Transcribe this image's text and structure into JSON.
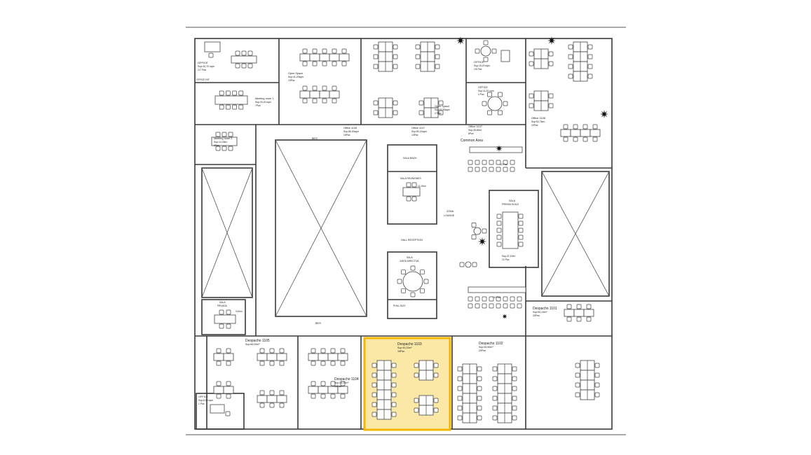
{
  "plan": {
    "highlight_color": "#f5b800",
    "highlight_fill": "#fbe7a6",
    "rooms": {
      "office_top_left": {
        "name": "OFFICE",
        "sup": "Sup:30,70 sqm",
        "pax": "1/7 Pax"
      },
      "meeting_1": {
        "name": "Meeting room 1",
        "sup": "Sup:20,40 sqm",
        "pax": "7Pax"
      },
      "meeting_2": {
        "name": "Meeting room 2",
        "sup": "Sup:14,33m²",
        "pax": "6Pax"
      },
      "open_space_1": {
        "name": "Open Space",
        "sup": "Sup:41,20sqm",
        "pax": "13Pax"
      },
      "open_space_2": {
        "name": "Open Space",
        "sup": "Sup:53,90sqm",
        "pax": "17Pax"
      },
      "office_1105": {
        "name": "Office 1105",
        "sup": "Sup:86,00sqm",
        "pax": "15Pax"
      },
      "office_1107": {
        "name": "Office 1107",
        "sup": "Sup:80,21sqm",
        "pax": "13Pax"
      },
      "office_1107b": {
        "name": "Office 1107",
        "sup": "Sup:28,60m²",
        "pax": "6Pax"
      },
      "office_top_right": {
        "name": "OFFICE",
        "sup": "Sup:15,20 sqm",
        "pax": "1/5 Pax"
      },
      "office_small": {
        "name": "OFFICE",
        "sup": "Sup:11,20 sqm",
        "pax": "4 Pax"
      },
      "office_1106": {
        "name": "Office 1106",
        "sup": "Sup:52,78m²",
        "pax": "20Pax"
      },
      "common": {
        "name": "Common Area"
      },
      "sala_back": {
        "name": "SALA BACK"
      },
      "sala_reuniones": {
        "name": "SALA REUNIONES",
        "sup": "11,20m²"
      },
      "zona_lounge": {
        "name": "ZONA",
        "sub": "LOUNGE"
      },
      "hall": {
        "name": "HALL RECEPTION"
      },
      "sala_prensa": {
        "name": "SALA",
        "sub": "PRENSA SCALE"
      },
      "sala_prensa_sup": {
        "sup": "Sup:21,10m²",
        "pax": "12 Pax"
      },
      "sala_junta": {
        "name": "SALA",
        "sub": "JUNTA DIRECTIVA"
      },
      "phone_booth": {
        "name": "PHILL BOX"
      },
      "sala_privada": {
        "name": "SALA",
        "sub": "PRIVADA",
        "sup": "9,40m²"
      },
      "pax_top": {
        "text": "12 Pax"
      },
      "pax_bottom": {
        "text": "10 Pax"
      },
      "despacho_1101": {
        "name": "Despacho 1101",
        "sup": "Sup:50,14m²",
        "pax": "20Pax"
      },
      "despacho_1102": {
        "name": "Despacho 1102",
        "sup": "Sup:50,50m²",
        "pax": "20Pax"
      },
      "despacho_1103": {
        "name": "Despacho 1103",
        "sup": "Sup:40,20m²",
        "pax": "16Pax"
      },
      "despacho_1104": {
        "name": "Despacho 1104",
        "sup": "Sup:41,22m²",
        "pax": "16Pax"
      },
      "despacho_1105": {
        "name": "Despacho 1105",
        "sup": "Sup:66,00m²",
        "pax": ""
      },
      "office_small_bl": {
        "name": "OFFICE",
        "sup": "Sup:8,30 sqm",
        "pax": "1 Pax"
      },
      "office_tl_label": {
        "text": "OFFICE INT"
      },
      "stair_tag_top": {
        "text": "BIES"
      },
      "stair_tag_bottom": {
        "text": "BIES"
      }
    }
  }
}
